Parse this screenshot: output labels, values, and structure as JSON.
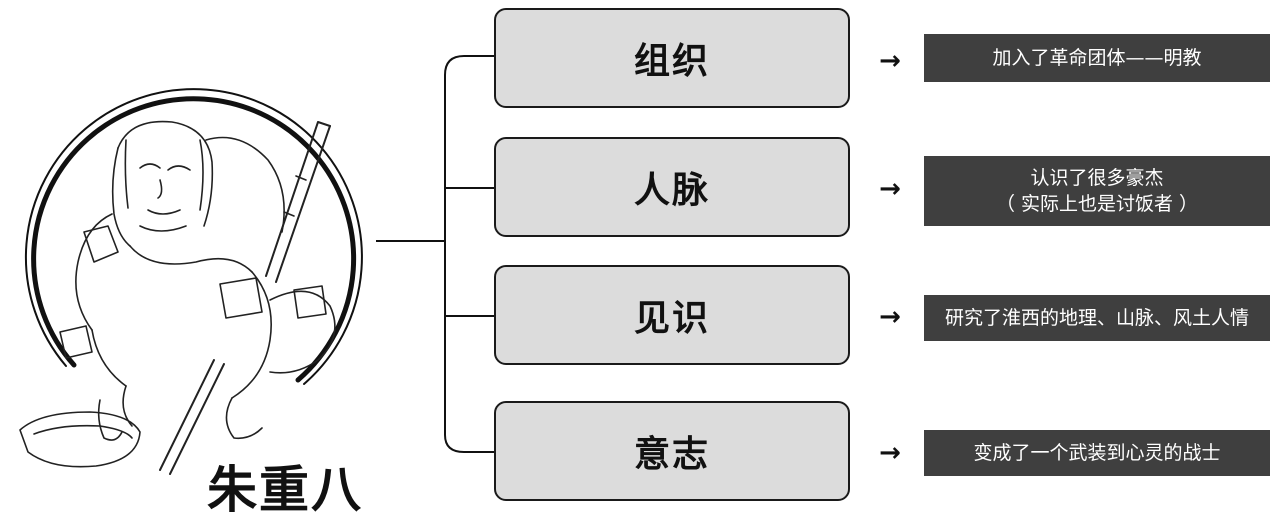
{
  "figure": {
    "name": "朱重八",
    "ring_color": "#111111",
    "illustration": "beggar-with-bowl-and-stick-sketch"
  },
  "branches": [
    {
      "category": "组织",
      "arrow": "→",
      "lines": [
        "加入了革命团体——明教"
      ]
    },
    {
      "category": "人脉",
      "arrow": "→",
      "lines": [
        "认识了很多豪杰",
        "（ 实际上也是讨饭者 ）"
      ]
    },
    {
      "category": "见识",
      "arrow": "→",
      "lines": [
        "研究了淮西的地理、山脉、风土人情"
      ]
    },
    {
      "category": "意志",
      "arrow": "→",
      "lines": [
        "变成了一个武装到心灵的战士"
      ]
    }
  ],
  "colors": {
    "category_fill": "#dcdcdc",
    "category_border": "#1a1a1a",
    "description_fill": "#3f3f3f",
    "description_text": "#ffffff",
    "line": "#111111"
  }
}
